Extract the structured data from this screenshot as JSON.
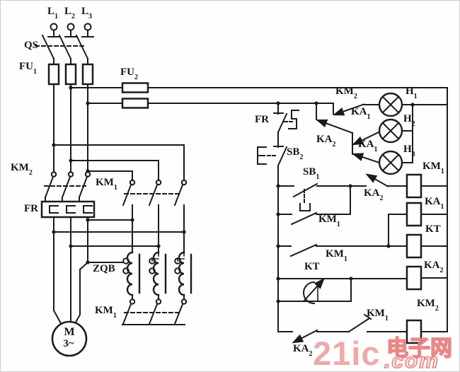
{
  "diagram": {
    "kind": "electrical-schematic",
    "line_color": "#1b1b1b",
    "background": "#fefefe",
    "watermark_color": "#e87f7f"
  },
  "labels": {
    "l1": {
      "t": "L",
      "s": "1"
    },
    "l2": {
      "t": "L",
      "s": "2"
    },
    "l3": {
      "t": "L",
      "s": "3"
    },
    "qs": {
      "t": "QS",
      "s": ""
    },
    "fu1": {
      "t": "FU",
      "s": "1"
    },
    "fu2": {
      "t": "FU",
      "s": "2"
    },
    "km2_main": {
      "t": "KM",
      "s": "2"
    },
    "fr_main": {
      "t": "FR",
      "s": ""
    },
    "km1_main": {
      "t": "KM",
      "s": "1"
    },
    "zqb": {
      "t": "ZQB",
      "s": ""
    },
    "km1_star": {
      "t": "KM",
      "s": "1"
    },
    "motor_m": {
      "t": "M",
      "s": ""
    },
    "motor_3ph": {
      "t": "3~",
      "s": ""
    },
    "fr_c": {
      "t": "FR",
      "s": ""
    },
    "sb2": {
      "t": "SB",
      "s": "2"
    },
    "sb1": {
      "t": "SB",
      "s": "1"
    },
    "km2_c": {
      "t": "KM",
      "s": "2"
    },
    "ka1_h2": {
      "t": "KA",
      "s": "1"
    },
    "ka2_h": {
      "t": "KA",
      "s": "2"
    },
    "ka1_h3": {
      "t": "KA",
      "s": "1"
    },
    "h1": {
      "t": "H",
      "s": "1"
    },
    "h2": {
      "t": "H",
      "s": "2"
    },
    "h3": {
      "t": "H",
      "s": "3"
    },
    "km1_coil": {
      "t": "KM",
      "s": "1"
    },
    "ka2_nc": {
      "t": "KA",
      "s": "2"
    },
    "km1_seal": {
      "t": "KM",
      "s": "1"
    },
    "ka1_coil": {
      "t": "KA",
      "s": "1"
    },
    "km1_b": {
      "t": "KM",
      "s": "1"
    },
    "kt_contact": {
      "t": "KT",
      "s": ""
    },
    "kt_coil": {
      "t": "KT",
      "s": ""
    },
    "ka2_coil": {
      "t": "KA",
      "s": "2"
    },
    "ka2_d": {
      "t": "KA",
      "s": "2"
    },
    "km1_nc": {
      "t": "KM",
      "s": "1"
    },
    "km2_coil": {
      "t": "KM",
      "s": "2"
    }
  },
  "watermark": {
    "brand": "21ic",
    "tld": ".com",
    "cn": "电子网"
  }
}
